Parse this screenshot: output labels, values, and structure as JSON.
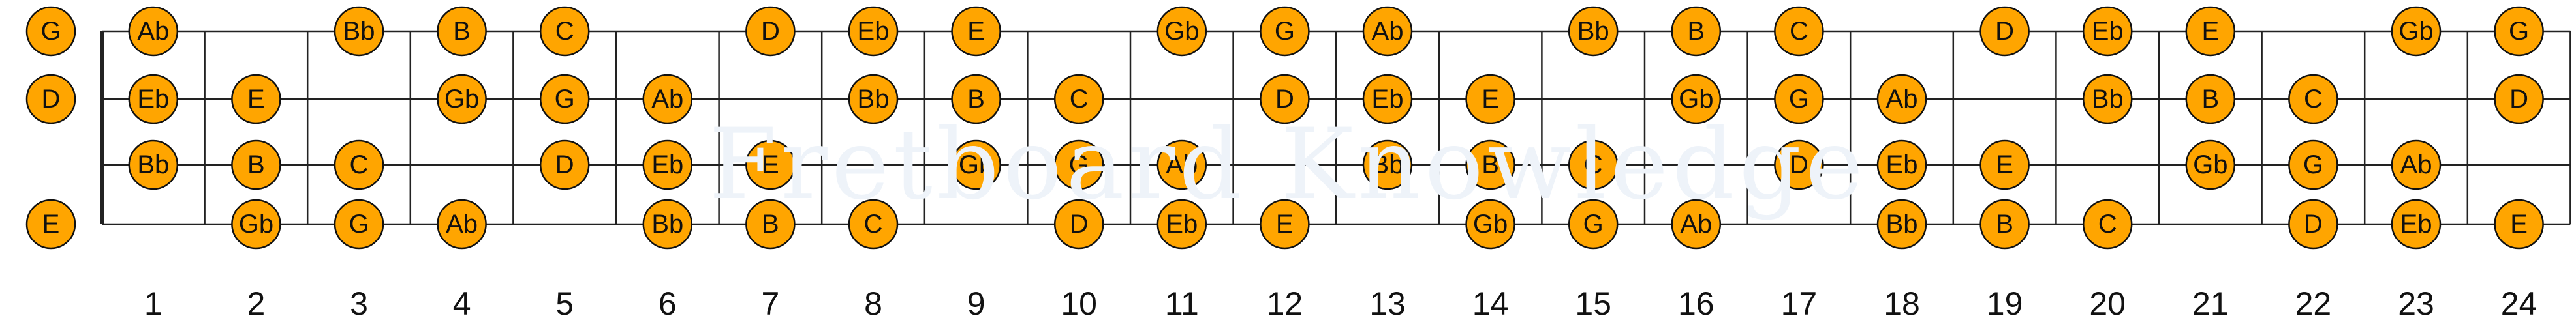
{
  "watermark": "Fretboard Knowledge",
  "colors": {
    "dot_fill": "#ffa500",
    "dot_stroke": "#111111",
    "line": "#222222",
    "label": "#111111"
  },
  "fret_numbers": [
    "1",
    "2",
    "3",
    "4",
    "5",
    "6",
    "7",
    "8",
    "9",
    "10",
    "11",
    "12",
    "13",
    "14",
    "15",
    "16",
    "17",
    "18",
    "19",
    "20",
    "21",
    "22",
    "23",
    "24"
  ],
  "strings": [
    {
      "open": "G",
      "notes": [
        {
          "fret": 1,
          "note": "Ab"
        },
        {
          "fret": 3,
          "note": "Bb"
        },
        {
          "fret": 4,
          "note": "B"
        },
        {
          "fret": 5,
          "note": "C"
        },
        {
          "fret": 7,
          "note": "D"
        },
        {
          "fret": 8,
          "note": "Eb"
        },
        {
          "fret": 9,
          "note": "E"
        },
        {
          "fret": 11,
          "note": "Gb"
        },
        {
          "fret": 12,
          "note": "G"
        },
        {
          "fret": 13,
          "note": "Ab"
        },
        {
          "fret": 15,
          "note": "Bb"
        },
        {
          "fret": 16,
          "note": "B"
        },
        {
          "fret": 17,
          "note": "C"
        },
        {
          "fret": 19,
          "note": "D"
        },
        {
          "fret": 20,
          "note": "Eb"
        },
        {
          "fret": 21,
          "note": "E"
        },
        {
          "fret": 23,
          "note": "Gb"
        },
        {
          "fret": 24,
          "note": "G"
        }
      ]
    },
    {
      "open": "D",
      "notes": [
        {
          "fret": 1,
          "note": "Eb"
        },
        {
          "fret": 2,
          "note": "E"
        },
        {
          "fret": 4,
          "note": "Gb"
        },
        {
          "fret": 5,
          "note": "G"
        },
        {
          "fret": 6,
          "note": "Ab"
        },
        {
          "fret": 8,
          "note": "Bb"
        },
        {
          "fret": 9,
          "note": "B"
        },
        {
          "fret": 10,
          "note": "C"
        },
        {
          "fret": 12,
          "note": "D"
        },
        {
          "fret": 13,
          "note": "Eb"
        },
        {
          "fret": 14,
          "note": "E"
        },
        {
          "fret": 16,
          "note": "Gb"
        },
        {
          "fret": 17,
          "note": "G"
        },
        {
          "fret": 18,
          "note": "Ab"
        },
        {
          "fret": 20,
          "note": "Bb"
        },
        {
          "fret": 21,
          "note": "B"
        },
        {
          "fret": 22,
          "note": "C"
        },
        {
          "fret": 24,
          "note": "D"
        }
      ]
    },
    {
      "open": "",
      "notes": [
        {
          "fret": 1,
          "note": "Bb"
        },
        {
          "fret": 2,
          "note": "B"
        },
        {
          "fret": 3,
          "note": "C"
        },
        {
          "fret": 5,
          "note": "D"
        },
        {
          "fret": 6,
          "note": "Eb"
        },
        {
          "fret": 7,
          "note": "E"
        },
        {
          "fret": 9,
          "note": "Gb"
        },
        {
          "fret": 10,
          "note": "G"
        },
        {
          "fret": 11,
          "note": "Ab"
        },
        {
          "fret": 13,
          "note": "Bb"
        },
        {
          "fret": 14,
          "note": "B"
        },
        {
          "fret": 15,
          "note": "C"
        },
        {
          "fret": 17,
          "note": "D"
        },
        {
          "fret": 18,
          "note": "Eb"
        },
        {
          "fret": 19,
          "note": "E"
        },
        {
          "fret": 21,
          "note": "Gb"
        },
        {
          "fret": 22,
          "note": "G"
        },
        {
          "fret": 23,
          "note": "Ab"
        }
      ]
    },
    {
      "open": "E",
      "notes": [
        {
          "fret": 2,
          "note": "Gb"
        },
        {
          "fret": 3,
          "note": "G"
        },
        {
          "fret": 4,
          "note": "Ab"
        },
        {
          "fret": 6,
          "note": "Bb"
        },
        {
          "fret": 7,
          "note": "B"
        },
        {
          "fret": 8,
          "note": "C"
        },
        {
          "fret": 10,
          "note": "D"
        },
        {
          "fret": 11,
          "note": "Eb"
        },
        {
          "fret": 12,
          "note": "E"
        },
        {
          "fret": 14,
          "note": "Gb"
        },
        {
          "fret": 15,
          "note": "G"
        },
        {
          "fret": 16,
          "note": "Ab"
        },
        {
          "fret": 18,
          "note": "Bb"
        },
        {
          "fret": 19,
          "note": "B"
        },
        {
          "fret": 20,
          "note": "C"
        },
        {
          "fret": 22,
          "note": "D"
        },
        {
          "fret": 23,
          "note": "Eb"
        },
        {
          "fret": 24,
          "note": "E"
        }
      ]
    }
  ]
}
